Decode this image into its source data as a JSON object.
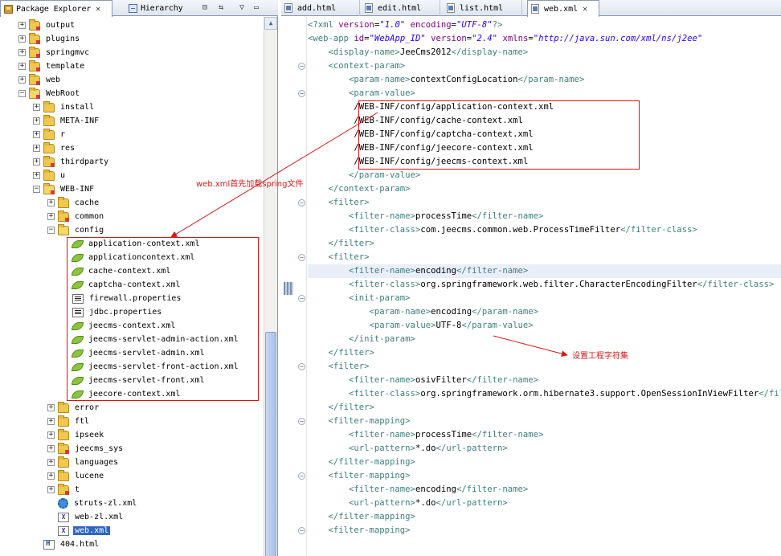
{
  "left_tabs": [
    {
      "label": "Package Explorer",
      "active": true,
      "icon": "package-explorer-icon",
      "closable": true
    },
    {
      "label": "Hierarchy",
      "active": false,
      "icon": "hierarchy-icon",
      "closable": false
    }
  ],
  "view_buttons": [
    "collapse-all-icon",
    "link-with-editor-icon",
    "view-menu-icon",
    "minimize-icon"
  ],
  "tree": [
    {
      "label": "output",
      "type": "folder-pkg",
      "level": 1,
      "expanded": false
    },
    {
      "label": "plugins",
      "type": "folder-pkg",
      "level": 1,
      "expanded": false
    },
    {
      "label": "springmvc",
      "type": "folder-pkg",
      "level": 1,
      "expanded": false
    },
    {
      "label": "template",
      "type": "folder-pkg",
      "level": 1,
      "expanded": false
    },
    {
      "label": "web",
      "type": "folder-pkg",
      "level": 1,
      "expanded": false
    },
    {
      "label": "WebRoot",
      "type": "folder-pkg",
      "level": 1,
      "expanded": true
    },
    {
      "label": "install",
      "type": "folder",
      "level": 2,
      "expanded": false
    },
    {
      "label": "META-INF",
      "type": "folder",
      "level": 2,
      "expanded": false
    },
    {
      "label": "r",
      "type": "folder",
      "level": 2,
      "expanded": false
    },
    {
      "label": "res",
      "type": "folder",
      "level": 2,
      "expanded": false
    },
    {
      "label": "thirdparty",
      "type": "folder-pkg",
      "level": 2,
      "expanded": false
    },
    {
      "label": "u",
      "type": "folder",
      "level": 2,
      "expanded": false
    },
    {
      "label": "WEB-INF",
      "type": "folder-pkg",
      "level": 2,
      "expanded": true
    },
    {
      "label": "cache",
      "type": "folder",
      "level": 3,
      "expanded": false
    },
    {
      "label": "common",
      "type": "folder-pkg",
      "level": 3,
      "expanded": false
    },
    {
      "label": "config",
      "type": "folder",
      "level": 3,
      "expanded": true
    },
    {
      "label": "application-context.xml",
      "type": "spring",
      "level": 4
    },
    {
      "label": "applicationcontext.xml",
      "type": "spring",
      "level": 4
    },
    {
      "label": "cache-context.xml",
      "type": "spring",
      "level": 4
    },
    {
      "label": "captcha-context.xml",
      "type": "spring",
      "level": 4
    },
    {
      "label": "firewall.properties",
      "type": "props",
      "level": 4
    },
    {
      "label": "jdbc.properties",
      "type": "props",
      "level": 4
    },
    {
      "label": "jeecms-context.xml",
      "type": "spring",
      "level": 4
    },
    {
      "label": "jeecms-servlet-admin-action.xml",
      "type": "spring",
      "level": 4
    },
    {
      "label": "jeecms-servlet-admin.xml",
      "type": "spring",
      "level": 4
    },
    {
      "label": "jeecms-servlet-front-action.xml",
      "type": "spring",
      "level": 4
    },
    {
      "label": "jeecms-servlet-front.xml",
      "type": "spring",
      "level": 4
    },
    {
      "label": "jeecore-context.xml",
      "type": "spring",
      "level": 4
    },
    {
      "label": "error",
      "type": "folder",
      "level": 3,
      "expanded": false
    },
    {
      "label": "ftl",
      "type": "folder",
      "level": 3,
      "expanded": false
    },
    {
      "label": "ipseek",
      "type": "folder",
      "level": 3,
      "expanded": false
    },
    {
      "label": "jeecms_sys",
      "type": "folder-pkg",
      "level": 3,
      "expanded": false
    },
    {
      "label": "languages",
      "type": "folder",
      "level": 3,
      "expanded": false
    },
    {
      "label": "lucene",
      "type": "folder",
      "level": 3,
      "expanded": false
    },
    {
      "label": "t",
      "type": "folder-pkg",
      "level": 3,
      "expanded": false
    },
    {
      "label": "struts-zl.xml",
      "type": "gear",
      "level": 3
    },
    {
      "label": "web-zl.xml",
      "type": "xml",
      "level": 3
    },
    {
      "label": "web.xml",
      "type": "xml",
      "level": 3,
      "selected": true
    },
    {
      "label": "404.html",
      "type": "html",
      "level": 2
    }
  ],
  "editor_tabs": [
    {
      "label": "add.html",
      "active": false
    },
    {
      "label": "edit.html",
      "active": false
    },
    {
      "label": "list.html",
      "active": false
    },
    {
      "label": "web.xml",
      "active": true
    }
  ],
  "code_lines": [
    [
      [
        "pi",
        "<?xml "
      ],
      [
        "attr",
        "version"
      ],
      [
        "txt",
        "="
      ],
      [
        "val",
        "\"1.0\""
      ],
      [
        "txt",
        " "
      ],
      [
        "attr",
        "encoding"
      ],
      [
        "txt",
        "="
      ],
      [
        "val",
        "\"UTF-8\""
      ],
      [
        "pi",
        "?>"
      ]
    ],
    [
      [
        "tag",
        "<web-app "
      ],
      [
        "attr",
        "id"
      ],
      [
        "txt",
        "="
      ],
      [
        "val",
        "\"WebApp_ID\""
      ],
      [
        "txt",
        " "
      ],
      [
        "attr",
        "version"
      ],
      [
        "txt",
        "="
      ],
      [
        "val",
        "\"2.4\""
      ],
      [
        "txt",
        " "
      ],
      [
        "attr",
        "xmlns"
      ],
      [
        "txt",
        "="
      ],
      [
        "val",
        "\"http://java.sun.com/xml/ns/j2ee\""
      ]
    ],
    [
      [
        "tag",
        "    <display-name>"
      ],
      [
        "txt",
        "JeeCms2012"
      ],
      [
        "tag",
        "</display-name>"
      ]
    ],
    [
      [
        "tag",
        "    <context-param>"
      ]
    ],
    [
      [
        "tag",
        "        <param-name>"
      ],
      [
        "txt",
        "contextConfigLocation"
      ],
      [
        "tag",
        "</param-name>"
      ]
    ],
    [
      [
        "tag",
        "        <param-value>"
      ]
    ],
    [
      [
        "txt",
        "         /WEB-INF/config/application-context.xml"
      ]
    ],
    [
      [
        "txt",
        "         /WEB-INF/config/cache-context.xml"
      ]
    ],
    [
      [
        "txt",
        "         /WEB-INF/config/captcha-context.xml"
      ]
    ],
    [
      [
        "txt",
        "         /WEB-INF/config/jeecore-context.xml"
      ]
    ],
    [
      [
        "txt",
        "         /WEB-INF/config/jeecms-context.xml"
      ]
    ],
    [
      [
        "tag",
        "        </param-value>"
      ]
    ],
    [
      [
        "tag",
        "    </context-param>"
      ]
    ],
    [
      [
        "tag",
        "    <filter>"
      ]
    ],
    [
      [
        "tag",
        "        <filter-name>"
      ],
      [
        "txt",
        "processTime"
      ],
      [
        "tag",
        "</filter-name>"
      ]
    ],
    [
      [
        "tag",
        "        <filter-class>"
      ],
      [
        "txt",
        "com.jeecms.common.web.ProcessTimeFilter"
      ],
      [
        "tag",
        "</filter-class>"
      ]
    ],
    [
      [
        "tag",
        "    </filter>"
      ]
    ],
    [
      [
        "tag",
        "    <filter>"
      ]
    ],
    [
      [
        "tag",
        "        <filter-name>"
      ],
      [
        "txt",
        "encoding"
      ],
      [
        "tag",
        "</filter-name>"
      ]
    ],
    [
      [
        "tag",
        "        <filter-class>"
      ],
      [
        "txt",
        "org.springframework.web.filter.CharacterEncodingFilter"
      ],
      [
        "tag",
        "</filter-class>"
      ]
    ],
    [
      [
        "tag",
        "        <init-param>"
      ]
    ],
    [
      [
        "tag",
        "            <param-name>"
      ],
      [
        "txt",
        "encoding"
      ],
      [
        "tag",
        "</param-name>"
      ]
    ],
    [
      [
        "tag",
        "            <param-value>"
      ],
      [
        "txt",
        "UTF-8"
      ],
      [
        "tag",
        "</param-value>"
      ]
    ],
    [
      [
        "tag",
        "        </init-param>"
      ]
    ],
    [
      [
        "tag",
        "    </filter>"
      ]
    ],
    [
      [
        "tag",
        "    <filter>"
      ]
    ],
    [
      [
        "tag",
        "        <filter-name>"
      ],
      [
        "txt",
        "osivFilter"
      ],
      [
        "tag",
        "</filter-name>"
      ]
    ],
    [
      [
        "tag",
        "        <filter-class>"
      ],
      [
        "txt",
        "org.springframework.orm.hibernate3.support.OpenSessionInViewFilter"
      ],
      [
        "tag",
        "</filter-class>"
      ]
    ],
    [
      [
        "tag",
        "    </filter>"
      ]
    ],
    [
      [
        "tag",
        "    <filter-mapping>"
      ]
    ],
    [
      [
        "tag",
        "        <filter-name>"
      ],
      [
        "txt",
        "processTime"
      ],
      [
        "tag",
        "</filter-name>"
      ]
    ],
    [
      [
        "tag",
        "        <url-pattern>"
      ],
      [
        "txt",
        "*.do"
      ],
      [
        "tag",
        "</url-pattern>"
      ]
    ],
    [
      [
        "tag",
        "    </filter-mapping>"
      ]
    ],
    [
      [
        "tag",
        "    <filter-mapping>"
      ]
    ],
    [
      [
        "tag",
        "        <filter-name>"
      ],
      [
        "txt",
        "encoding"
      ],
      [
        "tag",
        "</filter-name>"
      ]
    ],
    [
      [
        "tag",
        "        <url-pattern>"
      ],
      [
        "txt",
        "*.do"
      ],
      [
        "tag",
        "</url-pattern>"
      ]
    ],
    [
      [
        "tag",
        "    </filter-mapping>"
      ]
    ],
    [
      [
        "tag",
        "    <filter-mapping>"
      ]
    ]
  ],
  "current_line": 18,
  "fold_lines": [
    3,
    5,
    13,
    17,
    20,
    25,
    29,
    33,
    37
  ],
  "annotations": {
    "spring_note": "web.xml首先加载spring文件",
    "encoding_note": "设置工程字符集"
  },
  "colors": {
    "tag": "#3f7f7f",
    "attr": "#7f007f",
    "value": "#2a00ff",
    "annotation": "#d41818",
    "selection": "#3165c2"
  }
}
